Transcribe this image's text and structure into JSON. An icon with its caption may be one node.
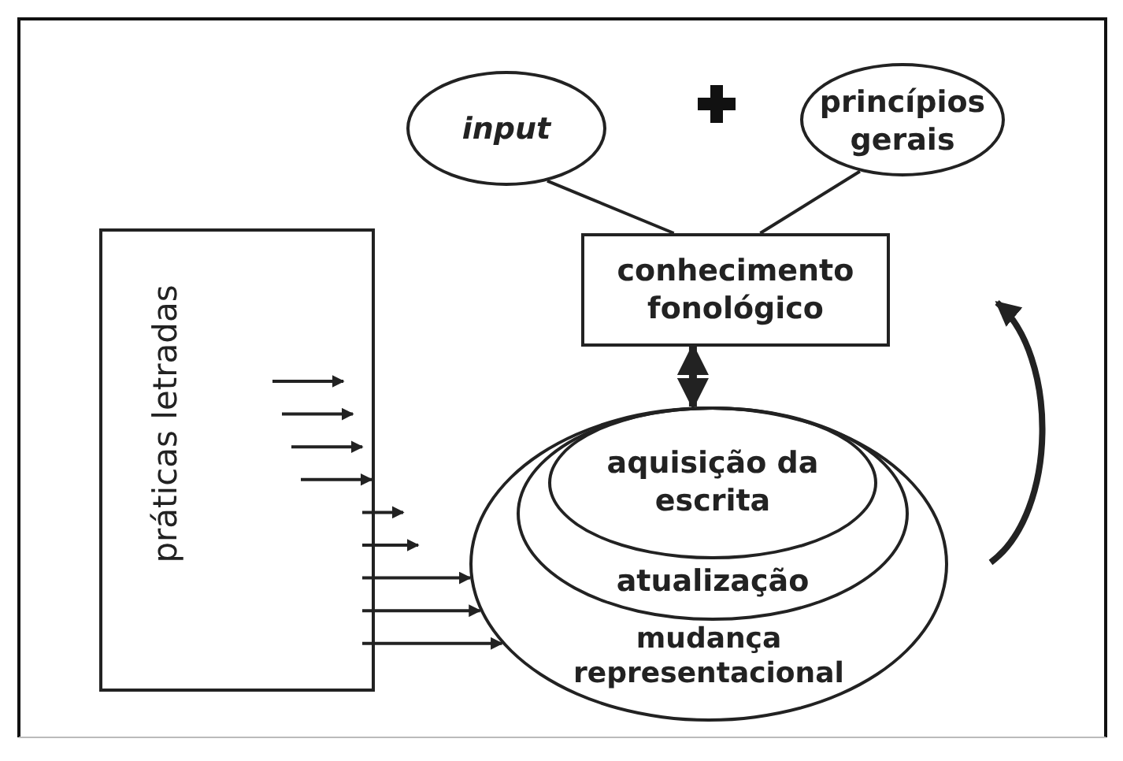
{
  "diagram": {
    "nodes": [
      {
        "text": [
          "input"
        ]
      },
      {
        "text": [
          "princípios gerais"
        ]
      },
      {
        "text": [
          "conhecimento fonológico"
        ]
      },
      {
        "text": [
          "mudança representacional"
        ]
      },
      {
        "text": [
          "atualização"
        ],
        "in": 3
      },
      {
        "text": [
          "aquisição da escrita"
        ],
        "in": 4
      },
      {
        "text": [
          "práticas letradas"
        ]
      }
    ],
    "edges": [
      {
        "from": 0,
        "to": 2,
        "arrow": "none"
      },
      {
        "from": 1,
        "to": 2,
        "arrow": "none"
      },
      {
        "from": 2,
        "to": 5,
        "arrow": "both",
        "style": "thick"
      },
      {
        "from": null,
        "to": 6,
        "arrow": "to"
      },
      {
        "from": null,
        "to": 6,
        "arrow": "to"
      },
      {
        "from": null,
        "to": 6,
        "arrow": "to"
      },
      {
        "from": null,
        "to": 6,
        "arrow": "to"
      },
      {
        "from": 6,
        "to": null,
        "arrow": "to"
      },
      {
        "from": 6,
        "to": null,
        "arrow": "to"
      },
      {
        "from": 6,
        "to": 3,
        "arrow": "to"
      },
      {
        "from": 6,
        "to": 3,
        "arrow": "to"
      },
      {
        "from": 6,
        "to": 3,
        "arrow": "to"
      }
    ]
  }
}
